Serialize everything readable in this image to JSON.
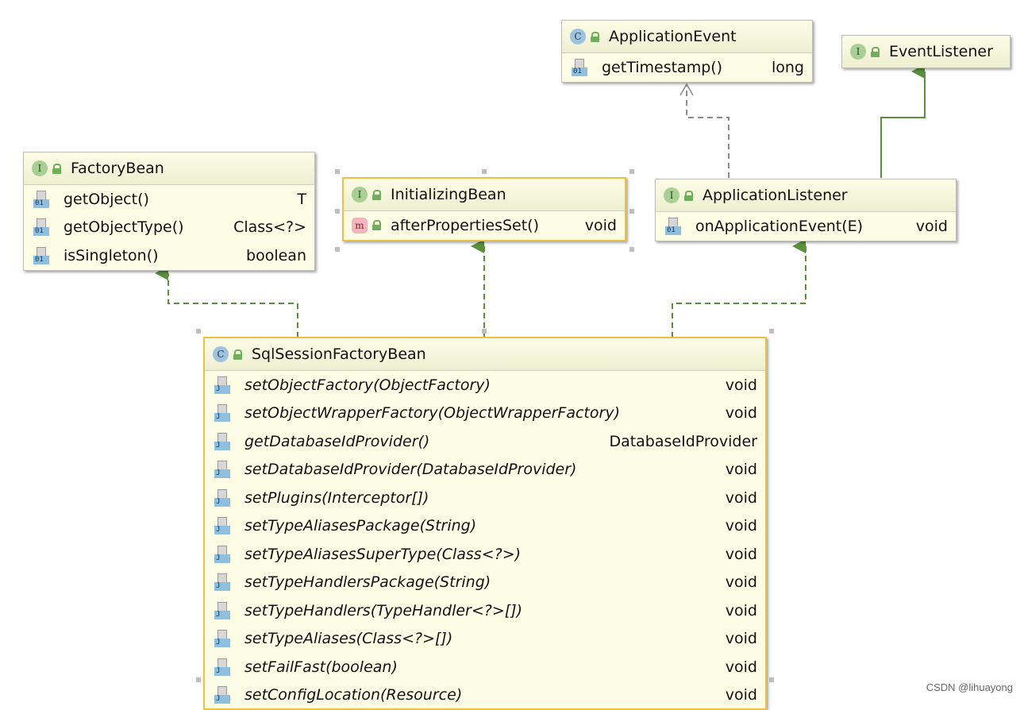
{
  "nodes": {
    "application_event": {
      "kind": "C",
      "name": "ApplicationEvent",
      "members": [
        {
          "icon": "01",
          "name": "getTimestamp()",
          "type": "long"
        }
      ]
    },
    "event_listener": {
      "kind": "I",
      "name": "EventListener"
    },
    "factory_bean": {
      "kind": "I",
      "name": "FactoryBean",
      "members": [
        {
          "icon": "01",
          "name": "getObject()",
          "type": "T"
        },
        {
          "icon": "01",
          "name": "getObjectType()",
          "type": "Class<?>"
        },
        {
          "icon": "01",
          "name": "isSingleton()",
          "type": "boolean"
        }
      ]
    },
    "initializing_bean": {
      "kind": "I",
      "name": "InitializingBean",
      "members": [
        {
          "icon": "m",
          "name": "afterPropertiesSet()",
          "type": "void"
        }
      ]
    },
    "application_listener": {
      "kind": "I",
      "name": "ApplicationListener",
      "members": [
        {
          "icon": "01",
          "name": "onApplicationEvent(E)",
          "type": "void"
        }
      ]
    },
    "sql_session_factory_bean": {
      "kind": "C",
      "name": "SqlSessionFactoryBean",
      "members": [
        {
          "icon": "J",
          "name": "setObjectFactory(ObjectFactory)",
          "type": "void"
        },
        {
          "icon": "J",
          "name": "setObjectWrapperFactory(ObjectWrapperFactory)",
          "type": "void"
        },
        {
          "icon": "J",
          "name": "getDatabaseIdProvider()",
          "type": "DatabaseIdProvider"
        },
        {
          "icon": "J",
          "name": "setDatabaseIdProvider(DatabaseIdProvider)",
          "type": "void"
        },
        {
          "icon": "J",
          "name": "setPlugins(Interceptor[])",
          "type": "void"
        },
        {
          "icon": "J",
          "name": "setTypeAliasesPackage(String)",
          "type": "void"
        },
        {
          "icon": "J",
          "name": "setTypeAliasesSuperType(Class<?>)",
          "type": "void"
        },
        {
          "icon": "J",
          "name": "setTypeHandlersPackage(String)",
          "type": "void"
        },
        {
          "icon": "J",
          "name": "setTypeHandlers(TypeHandler<?>[])",
          "type": "void"
        },
        {
          "icon": "J",
          "name": "setTypeAliases(Class<?>[])",
          "type": "void"
        },
        {
          "icon": "J",
          "name": "setFailFast(boolean)",
          "type": "void"
        },
        {
          "icon": "J",
          "name": "setConfigLocation(Resource)",
          "type": "void"
        }
      ]
    }
  },
  "colors": {
    "implements": "#5a8f3c",
    "dependency": "#8c8c8c",
    "node_bg": "#fdfde6",
    "selected_border": "#f0c040"
  },
  "watermark": "CSDN @lihuayong"
}
